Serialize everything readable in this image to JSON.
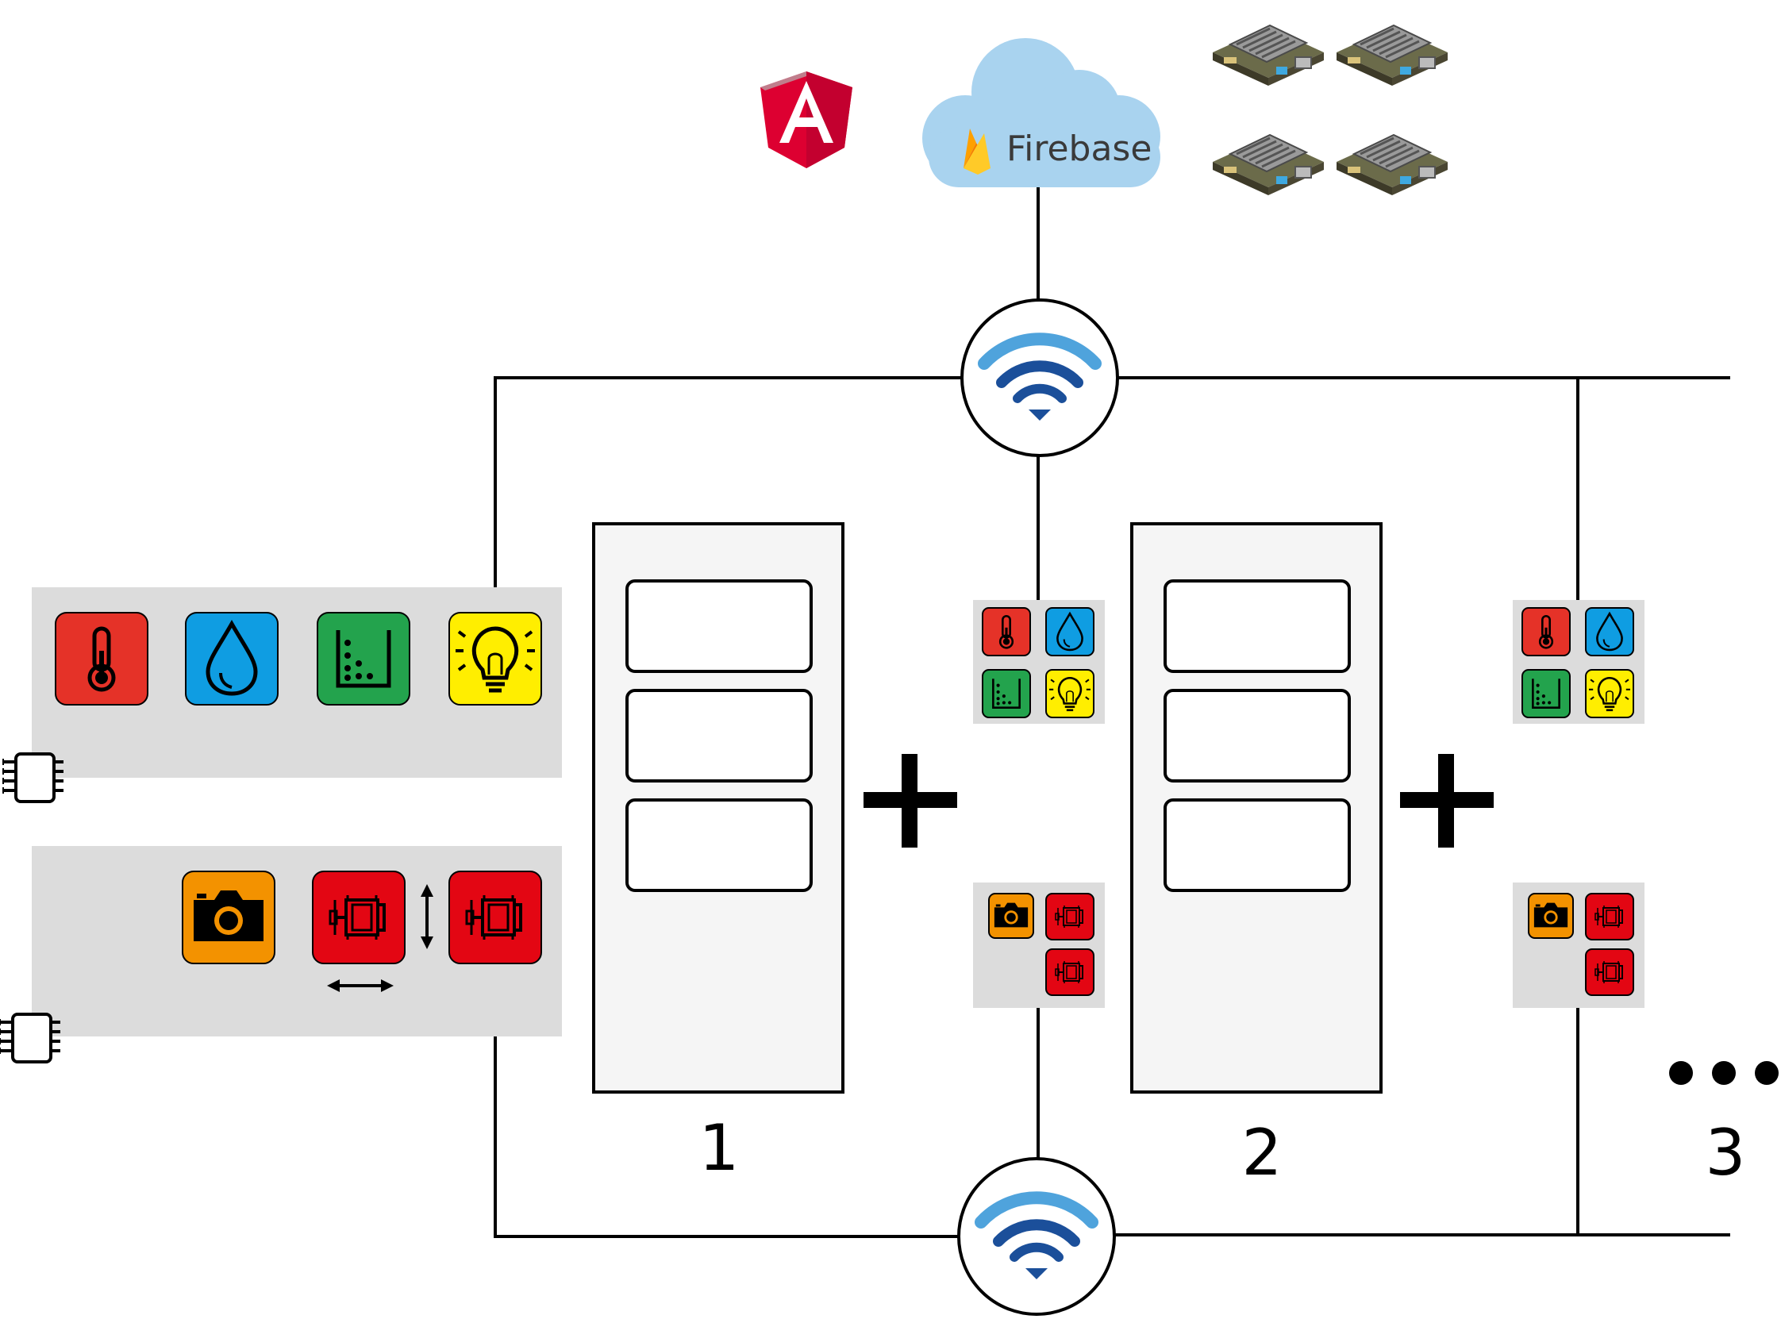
{
  "header": {
    "angular_icon": "angular-logo-icon",
    "cloud": {
      "label": "Firebase",
      "icon": "firebase-flame-icon",
      "color": "#a9d3ef"
    },
    "boards": {
      "icon": "single-board-computer-icon",
      "count": 4
    }
  },
  "network": {
    "top_hub": {
      "icon": "wifi-icon"
    },
    "bottom_hub": {
      "icon": "wifi-icon"
    },
    "wifi_colors": {
      "light": "#4fa3dc",
      "dark": "#1b4f9a"
    }
  },
  "legend": {
    "sensors": {
      "icons": [
        "thermometer-icon",
        "water-drop-icon",
        "soil-sensor-icon",
        "light-bulb-icon"
      ],
      "colors": [
        "#e53228",
        "#0f9de2",
        "#23a34d",
        "#ffee00"
      ],
      "chip_icon": "microcontroller-chip-icon"
    },
    "actuators": {
      "icons": [
        "camera-icon",
        "motor-icon",
        "motor-icon"
      ],
      "colors": [
        "#f39200",
        "#e30613",
        "#e30613"
      ],
      "arrows": [
        "horizontal-arrow-icon",
        "vertical-arrow-icon"
      ],
      "chip_icon": "microcontroller-chip-icon"
    }
  },
  "cabinets": [
    {
      "label": "1",
      "shelves": 3
    },
    {
      "label": "2",
      "shelves": 3
    },
    {
      "label": "3"
    }
  ],
  "operators": {
    "plus": "plus-icon",
    "more": "ellipsis-icon"
  },
  "colors": {
    "panel_bg": "#dcdcdc",
    "cabinet_bg": "#f5f5f5",
    "line": "#000000"
  }
}
